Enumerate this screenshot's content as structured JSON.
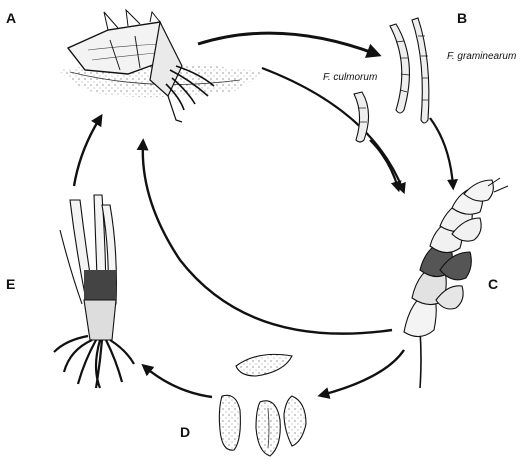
{
  "labels": {
    "a": "A",
    "b": "B",
    "c": "C",
    "d": "D",
    "e": "E"
  },
  "species": {
    "culmorum": "F. culmorum",
    "graminearum": "F. graminearum"
  },
  "colors": {
    "ink": "#111111",
    "shade": "#555555",
    "paper": "#ffffff"
  }
}
